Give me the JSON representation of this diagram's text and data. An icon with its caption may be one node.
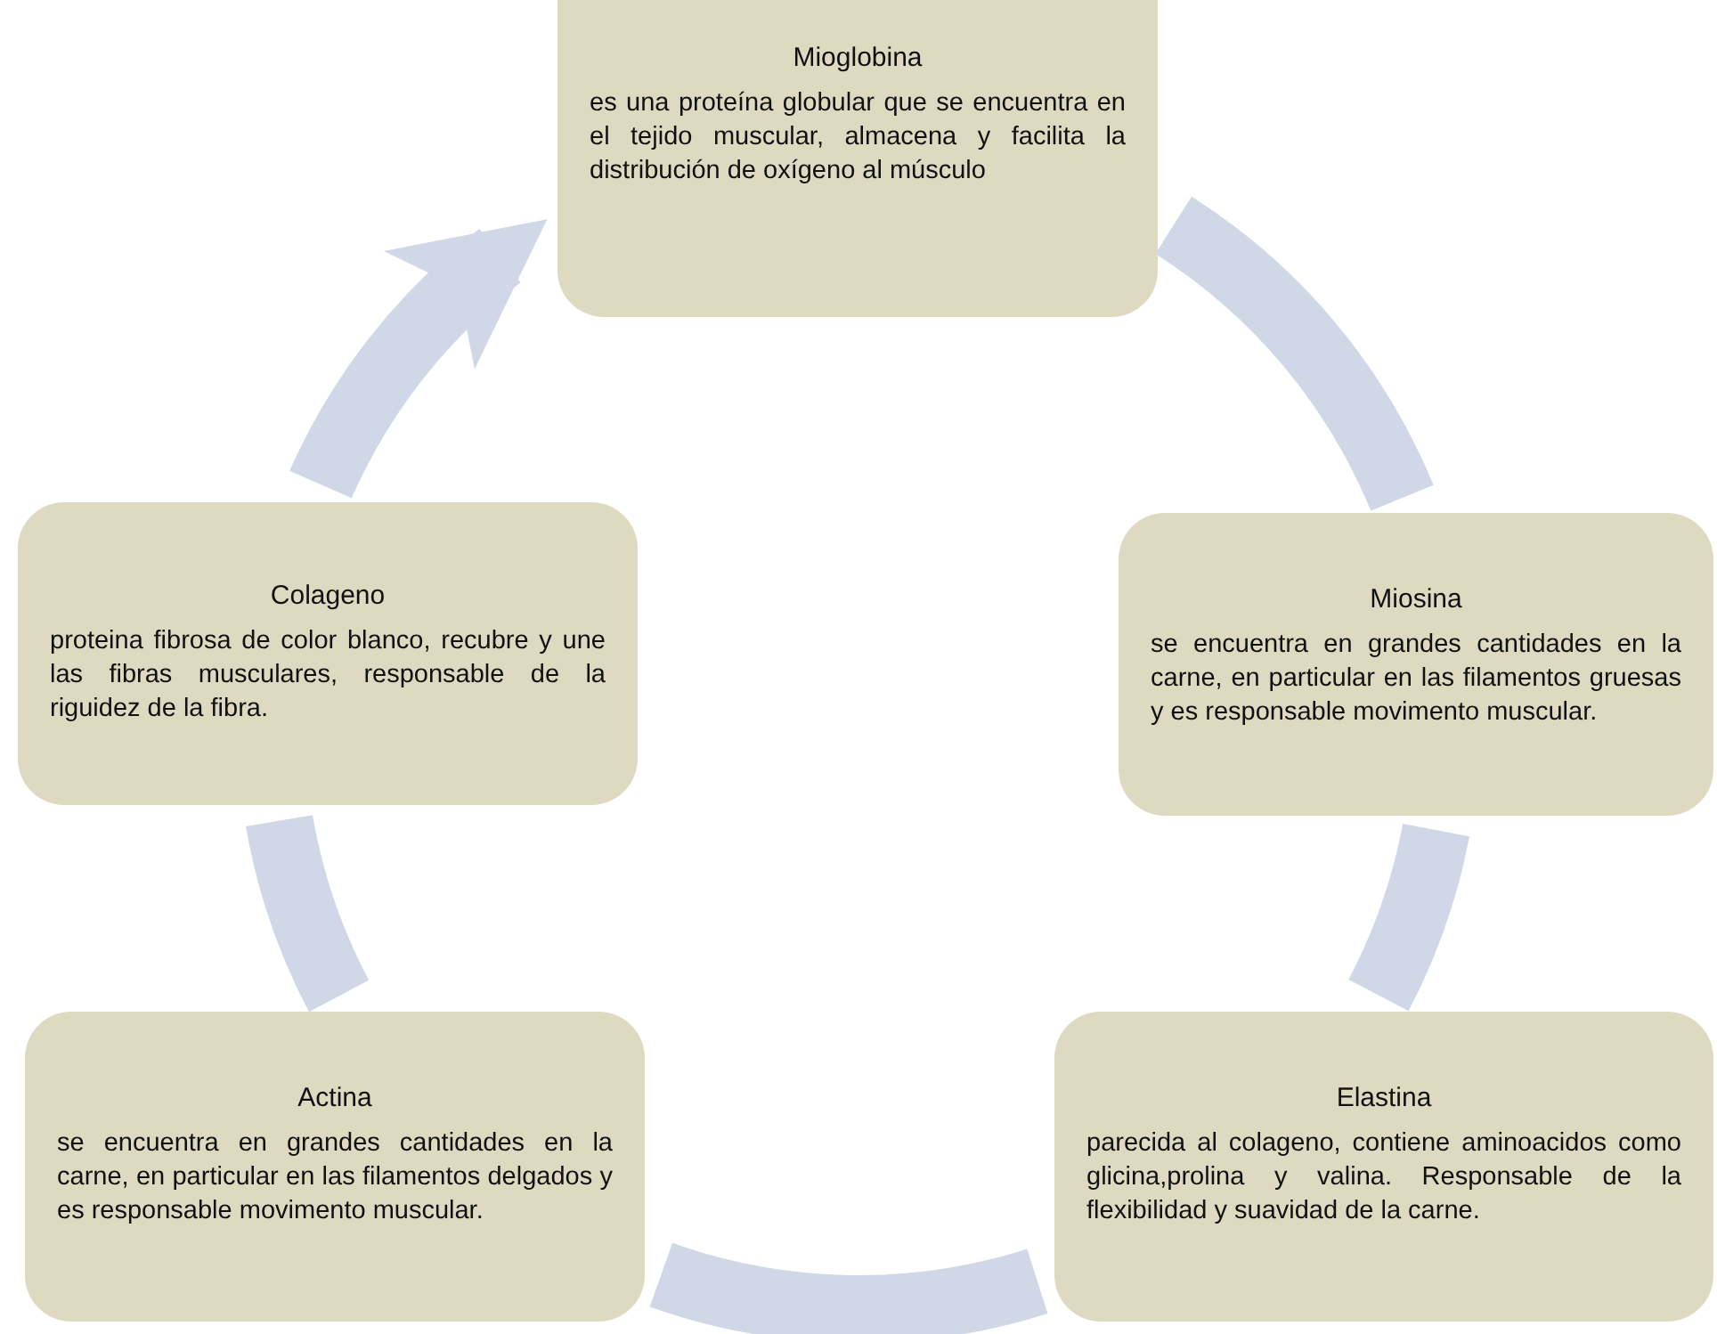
{
  "diagram": {
    "nodes": [
      {
        "text": [
          "Mioglobina",
          "es una proteína globular que se encuentra en el tejido muscular, almacena y facilita la distribución de oxígeno al músculo"
        ]
      },
      {
        "text": [
          "Miosina",
          "se encuentra en grandes cantidades en la carne, en particular en las filamentos gruesas y es responsable movimento muscular."
        ]
      },
      {
        "text": [
          "Elastina",
          "parecida al colageno, contiene aminoacidos como glicina,prolina y valina. Responsable de la flexibilidad y suavidad de la carne."
        ]
      },
      {
        "text": [
          "Actina",
          "se encuentra en grandes cantidades en la carne, en particular en las filamentos delgados y es responsable movimento muscular."
        ]
      },
      {
        "text": [
          "Colageno",
          "proteina fibrosa de color blanco, recubre y une las fibras musculares, responsable de la riguidez de la fibra."
        ]
      }
    ],
    "edges": [
      {
        "from": 0,
        "to": 1,
        "arrow": "none"
      },
      {
        "from": 1,
        "to": 2,
        "arrow": "none"
      },
      {
        "from": 2,
        "to": 3,
        "arrow": "none"
      },
      {
        "from": 3,
        "to": 4,
        "arrow": "none"
      },
      {
        "from": 4,
        "to": 0,
        "arrow": "to"
      }
    ]
  }
}
